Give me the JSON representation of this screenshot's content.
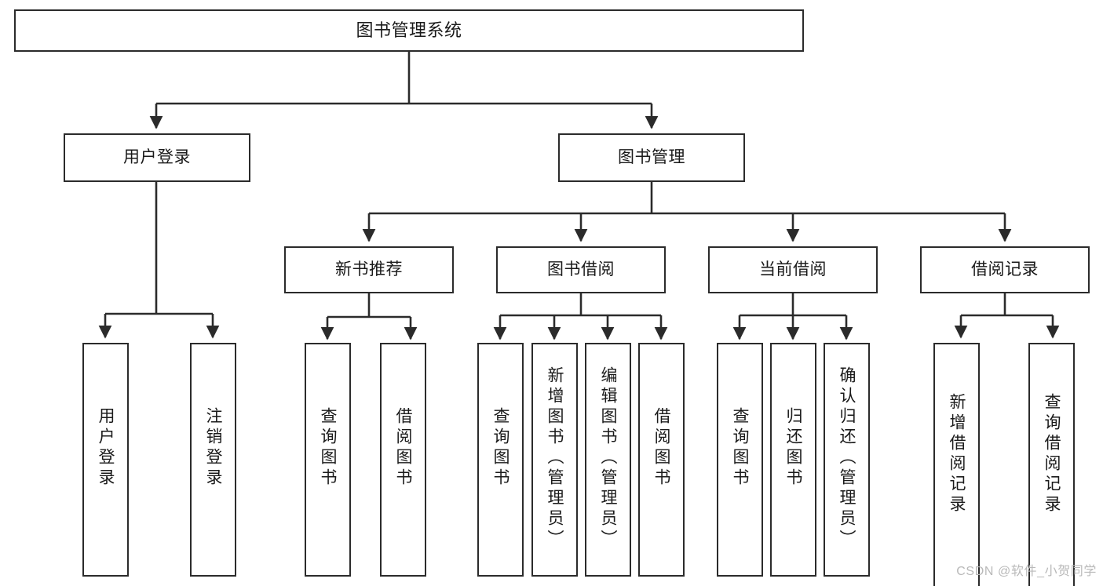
{
  "diagram": {
    "type": "tree",
    "title": "图书管理系统",
    "watermark": "CSDN @软件_小贺同学",
    "colors": {
      "stroke": "#2b2b2b",
      "fill": "#ffffff",
      "text": "#1a1a1a",
      "watermark": "#b9b9b9"
    },
    "nodes": {
      "root": {
        "label": "图书管理系统"
      },
      "level2": [
        {
          "id": "user-login",
          "label": "用户登录"
        },
        {
          "id": "book-manage",
          "label": "图书管理"
        }
      ],
      "level3": [
        {
          "id": "new-book-recommend",
          "label": "新书推荐"
        },
        {
          "id": "book-borrow",
          "label": "图书借阅"
        },
        {
          "id": "current-borrow",
          "label": "当前借阅"
        },
        {
          "id": "borrow-record",
          "label": "借阅记录"
        }
      ],
      "leaves": [
        {
          "id": "leaf-user-login",
          "label": "用户登录",
          "parent": "user-login"
        },
        {
          "id": "leaf-user-logout",
          "label": "注销登录",
          "parent": "user-login"
        },
        {
          "id": "leaf-query-book-1",
          "label": "查询图书",
          "parent": "new-book-recommend"
        },
        {
          "id": "leaf-borrow-book-1",
          "label": "借阅图书",
          "parent": "new-book-recommend"
        },
        {
          "id": "leaf-query-book-2",
          "label": "查询图书",
          "parent": "book-borrow"
        },
        {
          "id": "leaf-add-book",
          "label": "新增图书（管理员）",
          "parent": "book-borrow"
        },
        {
          "id": "leaf-edit-book",
          "label": "编辑图书（管理员）",
          "parent": "book-borrow"
        },
        {
          "id": "leaf-borrow-book-2",
          "label": "借阅图书",
          "parent": "book-borrow"
        },
        {
          "id": "leaf-query-book-3",
          "label": "查询图书",
          "parent": "current-borrow"
        },
        {
          "id": "leaf-return-book",
          "label": "归还图书",
          "parent": "current-borrow"
        },
        {
          "id": "leaf-confirm-return",
          "label": "确认归还（管理员）",
          "parent": "current-borrow"
        },
        {
          "id": "leaf-add-record",
          "label": "新增借阅记录",
          "parent": "borrow-record"
        },
        {
          "id": "leaf-query-record",
          "label": "查询借阅记录",
          "parent": "borrow-record"
        }
      ]
    }
  }
}
